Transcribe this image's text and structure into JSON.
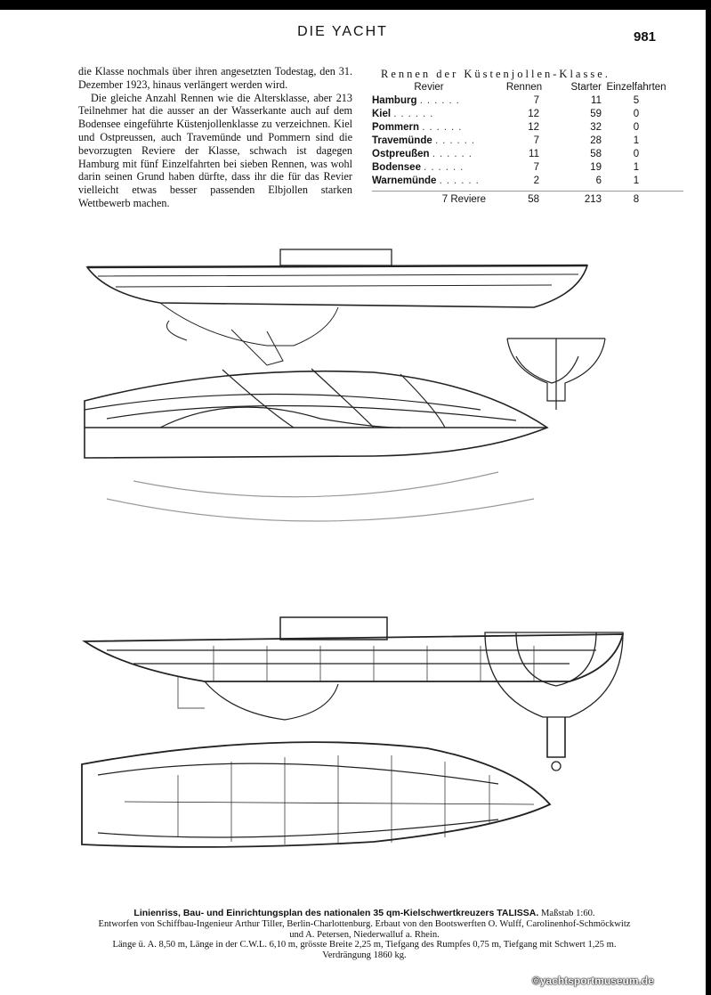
{
  "header": {
    "title": "DIE YACHT",
    "page_number": "981"
  },
  "body": {
    "paragraph1": "die Klasse nochmals über ihren angesetzten Todestag, den 31. Dezember 1923, hinaus verlängert werden wird.",
    "paragraph2": "Die gleiche Anzahl Rennen wie die Altersklasse, aber 213 Teilnehmer hat die ausser an der Wasserkante auch auf dem Bodensee eingeführte Küstenjollenklasse zu verzeichnen. Kiel und Ostpreussen, auch Travemünde und Pommern sind die bevorzugten Reviere der Klasse, schwach ist dagegen Hamburg mit fünf Einzelfahrten bei sieben Rennen, was wohl darin seinen Grund haben dürfte, dass ihr die für das Revier vielleicht etwas besser passenden Elbjollen starken Wettbewerb machen."
  },
  "table": {
    "caption": "Rennen der Küstenjollen-Klasse.",
    "headers": [
      "Revier",
      "Rennen",
      "Starter",
      "Einzelfahrten"
    ],
    "rows": [
      {
        "revier": "Hamburg",
        "rennen": "7",
        "starter": "11",
        "einzelfahrten": "5"
      },
      {
        "revier": "Kiel",
        "rennen": "12",
        "starter": "59",
        "einzelfahrten": "0"
      },
      {
        "revier": "Pommern",
        "rennen": "12",
        "starter": "32",
        "einzelfahrten": "0"
      },
      {
        "revier": "Travemünde",
        "rennen": "7",
        "starter": "28",
        "einzelfahrten": "1"
      },
      {
        "revier": "Ostpreußen",
        "rennen": "11",
        "starter": "58",
        "einzelfahrten": "0"
      },
      {
        "revier": "Bodensee",
        "rennen": "7",
        "starter": "19",
        "einzelfahrten": "1"
      },
      {
        "revier": "Warnemünde",
        "rennen": "2",
        "starter": "6",
        "einzelfahrten": "1"
      }
    ],
    "total": {
      "revier": "7 Reviere",
      "rennen": "58",
      "starter": "213",
      "einzelfahrten": "8"
    }
  },
  "caption": {
    "line1": "Linienriss, Bau- und Einrichtungsplan des nationalen 35 qm-Kielschwertkreuzers TALISSA.",
    "scale": "Maßstab 1:60.",
    "line2": "Entworfen von Schiffbau-Ingenieur Arthur Tiller, Berlin-Charlottenburg. Erbaut von den Bootswerften O. Wulff, Carolinenhof-Schmöckwitz",
    "line3": "und A. Petersen, Niederwalluf a. Rhein.",
    "line4": "Länge ü. A. 8,50 m, Länge in der C.W.L. 6,10 m, grösste Breite 2,25 m, Tiefgang des Rumpfes 0,75 m, Tiefgang mit Schwert 1,25 m.",
    "line5": "Verdrängung 1860 kg."
  },
  "watermark": "©yachtsportmuseum.de"
}
